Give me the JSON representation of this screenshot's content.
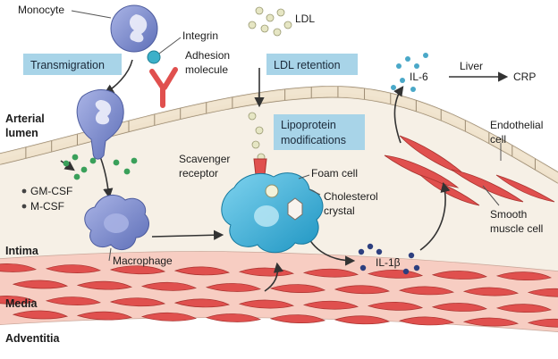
{
  "labels": {
    "monocyte": "Monocyte",
    "integrin": "Integrin",
    "adhesion_line1": "Adhesion",
    "adhesion_line2": "molecule",
    "ldl": "LDL",
    "arterial_line1": "Arterial",
    "arterial_line2": "lumen",
    "gm_csf": "GM-CSF",
    "m_csf": "M-CSF",
    "macrophage": "Macrophage",
    "scavenger_line1": "Scavenger",
    "scavenger_line2": "receptor",
    "foam_cell": "Foam cell",
    "cholesterol_line1": "Cholesterol",
    "cholesterol_line2": "crystal",
    "il6": "IL-6",
    "liver": "Liver",
    "crp": "CRP",
    "il1b": "IL-1β",
    "endothelial_line1": "Endothelial",
    "endothelial_line2": "cell",
    "smooth_line1": "Smooth",
    "smooth_line2": "muscle cell",
    "intima": "Intima",
    "media": "Media",
    "adventitia": "Adventitia"
  },
  "boxes": {
    "transmigration": "Transmigration",
    "ldl_retention": "LDL retention",
    "lipo_line1": "Lipoprotein",
    "lipo_line2": "modifications"
  },
  "colors": {
    "box_fill": "#a8d4e8",
    "cell_blue": "#7f8fcf",
    "foam_cyan": "#3fb3d6",
    "green_dots": "#3aa05a",
    "navy_dots": "#2d3f7f",
    "ldl_dots": "#d9d9b0",
    "muscle_red": "#e0504e",
    "intima_fill": "#f6f0e6",
    "media_fill": "#f7cdc2"
  }
}
